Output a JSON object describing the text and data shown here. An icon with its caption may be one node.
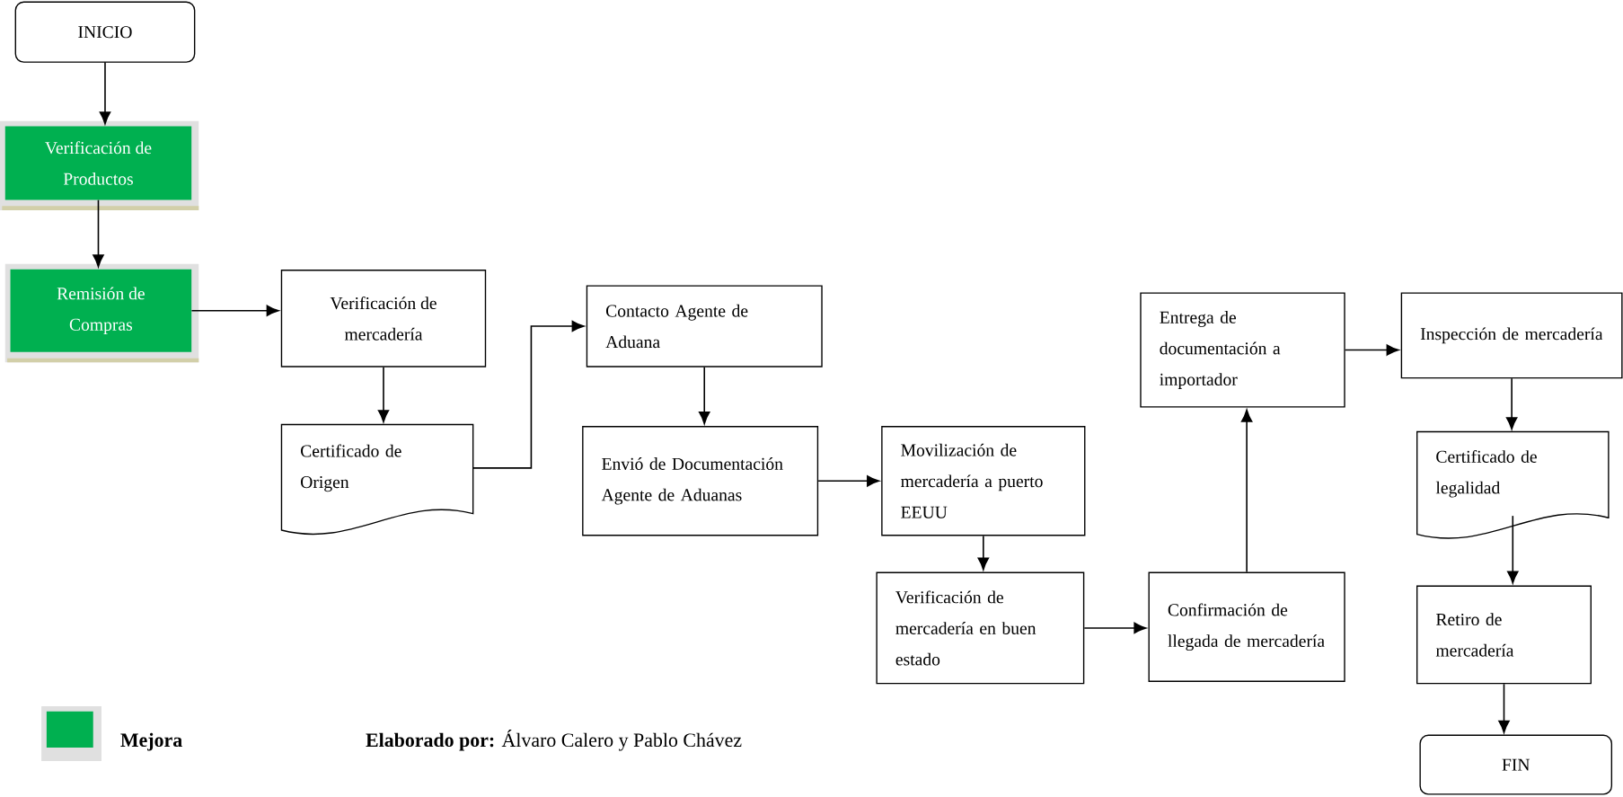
{
  "diagram": {
    "nodes": [
      {
        "text": [
          "INICIO"
        ]
      },
      {
        "text": [
          "Verificación de Productos"
        ]
      },
      {
        "text": [
          "Remisión de Compras"
        ]
      },
      {
        "text": [
          "Verificación de mercadería"
        ]
      },
      {
        "text": [
          "Certificado de Origen"
        ]
      },
      {
        "text": [
          "Contacto Agente de Aduana"
        ]
      },
      {
        "text": [
          "Envió de Documentación Agente de Aduanas"
        ]
      },
      {
        "text": [
          "Movilización de mercadería a puerto EEUU"
        ]
      },
      {
        "text": [
          "Verificación de mercadería en buen estado"
        ]
      },
      {
        "text": [
          "Confirmación de llegada de mercadería"
        ]
      },
      {
        "text": [
          "Entrega de documentación a importador"
        ]
      },
      {
        "text": [
          "Inspección de mercadería"
        ]
      },
      {
        "text": [
          "Certificado de legalidad"
        ]
      },
      {
        "text": [
          "Retiro de mercadería"
        ]
      },
      {
        "text": [
          "FIN"
        ]
      }
    ],
    "edges": [
      {
        "from": 0,
        "to": 1,
        "arrow": "to"
      },
      {
        "from": 1,
        "to": 2,
        "arrow": "to"
      },
      {
        "from": 2,
        "to": 3,
        "arrow": "to"
      },
      {
        "from": 3,
        "to": 4,
        "arrow": "to"
      },
      {
        "from": 4,
        "to": 5,
        "arrow": "to"
      },
      {
        "from": 5,
        "to": 6,
        "arrow": "to"
      },
      {
        "from": 6,
        "to": 7,
        "arrow": "to"
      },
      {
        "from": 7,
        "to": 8,
        "arrow": "to"
      },
      {
        "from": 8,
        "to": 9,
        "arrow": "to"
      },
      {
        "from": 9,
        "to": 10,
        "arrow": "to"
      },
      {
        "from": 10,
        "to": 11,
        "arrow": "to"
      },
      {
        "from": 11,
        "to": 12,
        "arrow": "to"
      },
      {
        "from": 12,
        "to": 13,
        "arrow": "to"
      },
      {
        "from": 13,
        "to": 14,
        "arrow": "to"
      }
    ],
    "labels": [
      "**Elaborado por:** Álvaro Calero y Pablo Chávez"
    ],
    "legend": [
      {
        "text": "Mejora",
        "color": "#00b050"
      }
    ]
  }
}
